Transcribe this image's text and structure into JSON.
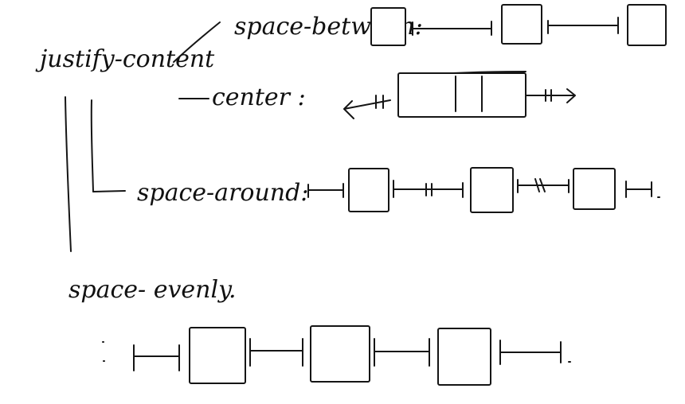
{
  "labels": {
    "root": "justify-content",
    "space_between": "space-between:",
    "center": "center :",
    "space_around": "space-around:",
    "space_evenly": "space- evenly."
  },
  "rows": [
    {
      "id": "space-between",
      "boxes": 3
    },
    {
      "id": "center",
      "boxes": 3
    },
    {
      "id": "space-around",
      "boxes": 3
    },
    {
      "id": "space-evenly",
      "boxes": 3
    }
  ],
  "colors": {
    "ink": "#151515",
    "background": "#ffffff"
  }
}
